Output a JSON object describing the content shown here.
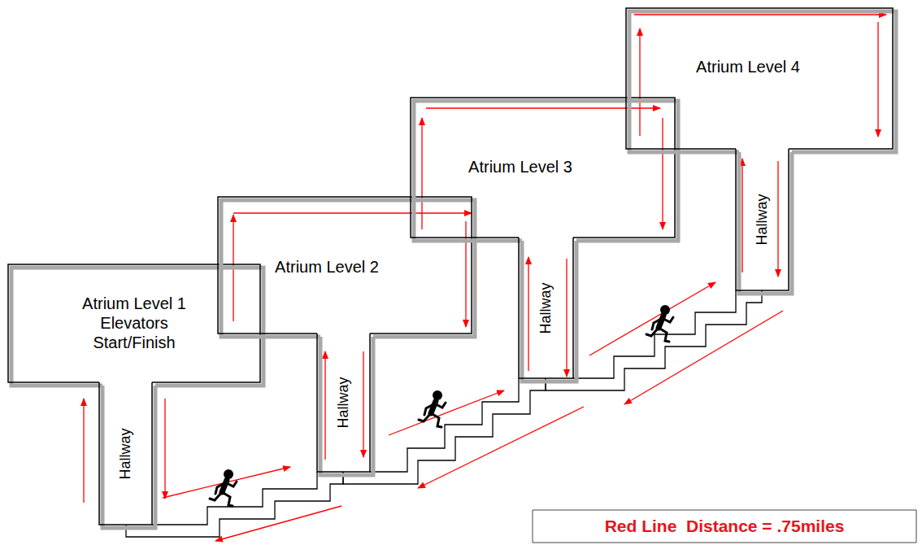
{
  "diagram": {
    "nodes": [
      {
        "text": [
          "Atrium Level 1 Elevators Start/Finish"
        ]
      },
      {
        "text": [
          "Hallway"
        ]
      },
      {
        "text": [
          "Atrium Level 2"
        ]
      },
      {
        "text": [
          "Hallway"
        ]
      },
      {
        "text": [
          "Atrium Level 3"
        ]
      },
      {
        "text": [
          "Hallway"
        ]
      },
      {
        "text": [
          "Atrium Level 4"
        ]
      },
      {
        "text": [
          "Hallway"
        ]
      },
      {
        "text": [
          "Red Line  Distance = .75miles"
        ]
      }
    ]
  }
}
